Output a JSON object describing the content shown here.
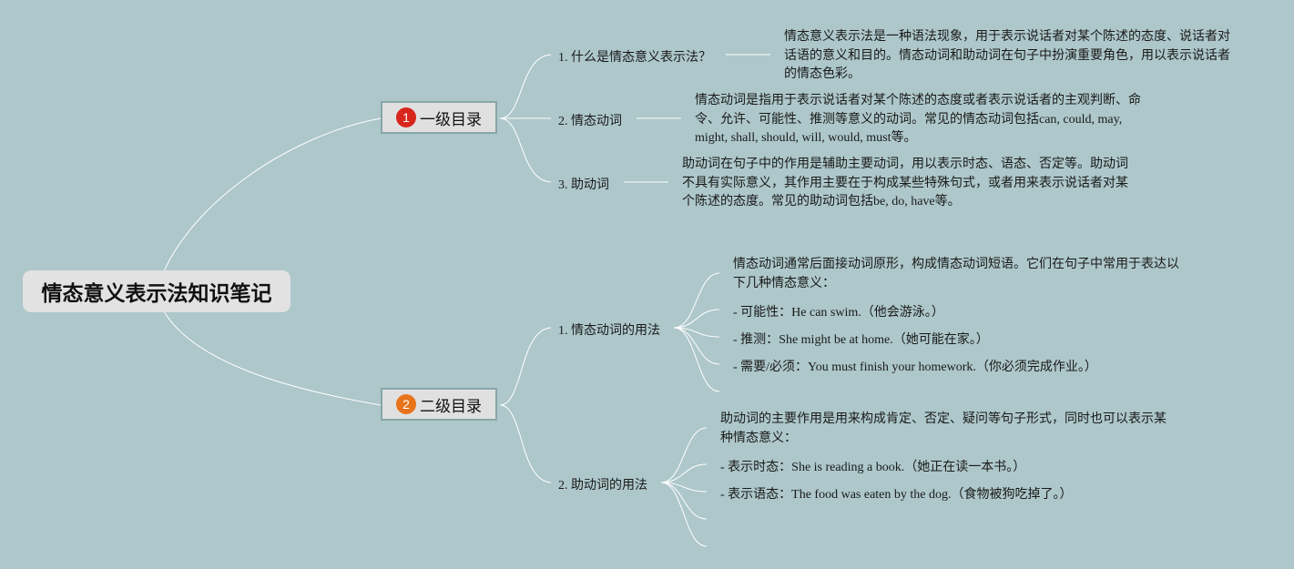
{
  "root": {
    "title": "情态意义表示法知识笔记"
  },
  "sections": [
    {
      "num": "1",
      "title": "一级目录",
      "badge_color": "#d8261c",
      "items": [
        {
          "label": "1. 什么是情态意义表示法？",
          "note": "情态意义表示法是一种语法现象，用于表示说话者对某个陈述的态度、说话者对话语的意义和目的。情态动词和助动词在句子中扮演重要角色，用以表示说话者的情态色彩。"
        },
        {
          "label": "2. 情态动词",
          "note": "情态动词是指用于表示说话者对某个陈述的态度或者表示说话者的主观判断、命令、允许、可能性、推测等意义的动词。常见的情态动词包括can, could, may, might, shall, should, will, would, must等。"
        },
        {
          "label": "3. 助动词",
          "note": "助动词在句子中的作用是辅助主要动词，用以表示时态、语态、否定等。助动词不具有实际意义，其作用主要在于构成某些特殊句式，或者用来表示说话者对某个陈述的态度。常见的助动词包括be, do, have等。"
        }
      ]
    },
    {
      "num": "2",
      "title": "二级目录",
      "badge_color": "#e8741c",
      "items": [
        {
          "label": "1. 情态动词的用法",
          "intro": "情态动词通常后面接动词原形，构成情态动词短语。它们在句子中常用于表达以下几种情态意义：",
          "list": [
            "- 可能性：He can swim.（他会游泳。）",
            "- 推测：She might be at home.（她可能在家。）",
            "- 需要/必须：You must finish your homework.（你必须完成作业。）"
          ]
        },
        {
          "label": "2. 助动词的用法",
          "intro": "助动词的主要作用是用来构成肯定、否定、疑问等句子形式，同时也可以表示某种情态意义：",
          "list": [
            "- 表示时态：She is reading a book.（她正在读一本书。）",
            "- 表示语态：The food was eaten by the dog.（食物被狗吃掉了。）"
          ]
        }
      ]
    }
  ]
}
